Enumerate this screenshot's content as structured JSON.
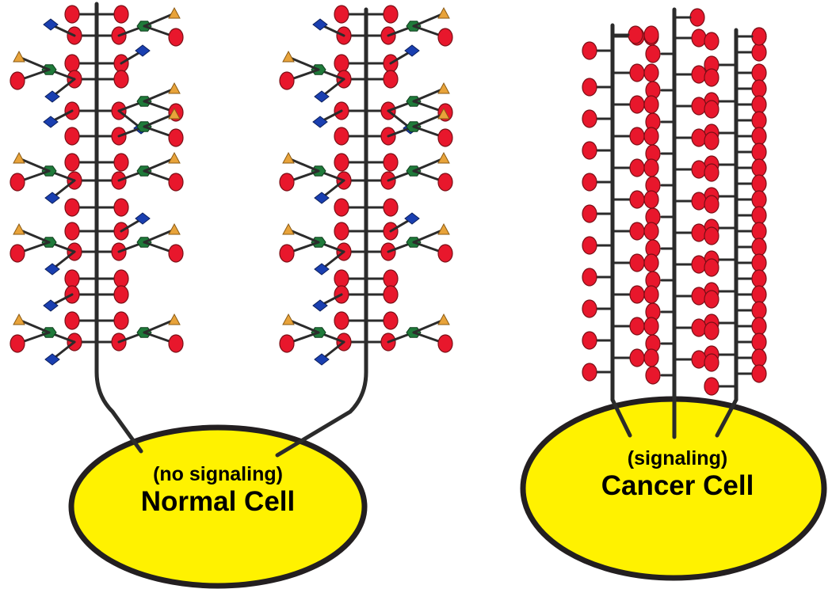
{
  "colors": {
    "background": "#ffffff",
    "cell_fill": "#fff200",
    "cell_outline": "#231f20",
    "stem": "#2b2b2b",
    "sugar_red": "#e8172c",
    "sugar_green": "#1f7a3a",
    "sugar_blue": "#1a3fb0",
    "sugar_orange": "#e8a33a"
  },
  "cells": [
    {
      "id": "normal",
      "sub_label": "(no signaling)",
      "label": "Normal Cell"
    },
    {
      "id": "cancer",
      "sub_label": "(signaling)",
      "label": "Cancer Cell"
    }
  ],
  "legend_icons": [
    "red-circle-sugar-icon",
    "green-hexagon-sugar-icon",
    "blue-diamond-sugar-icon",
    "orange-triangle-sugar-icon"
  ]
}
